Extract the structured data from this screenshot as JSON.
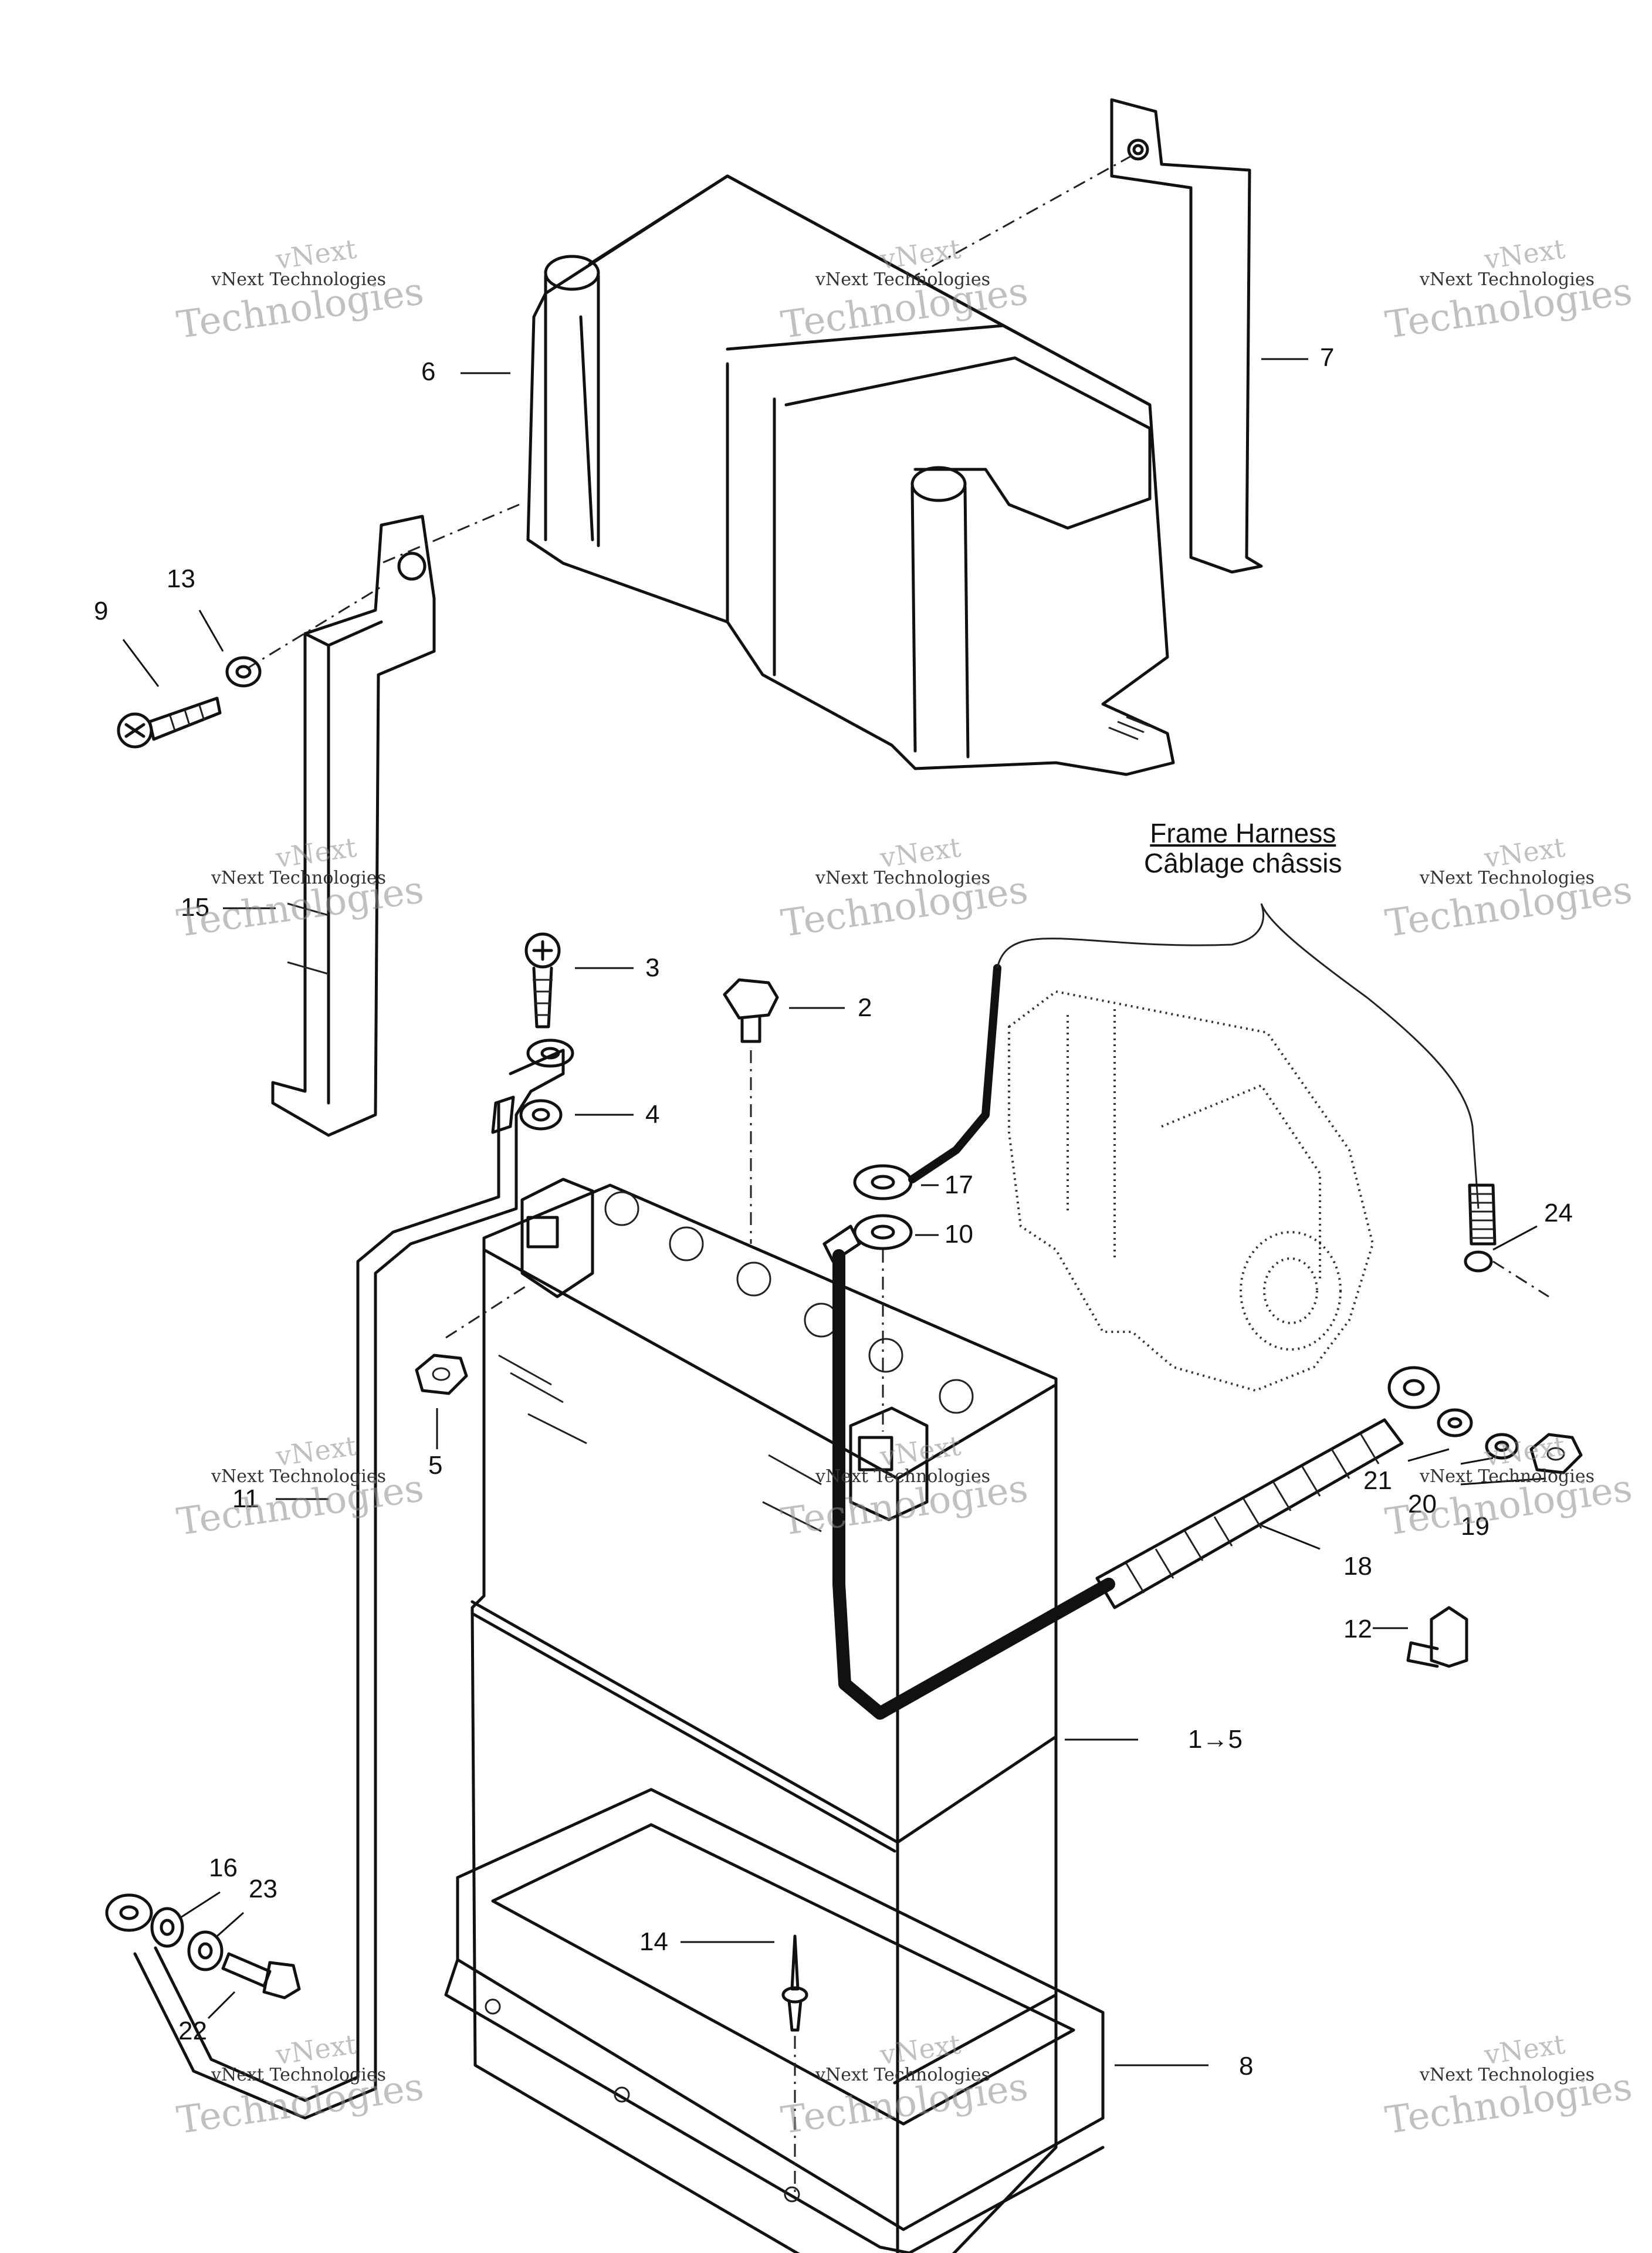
{
  "watermark": {
    "line1": "vNext",
    "line2": "vNext Technologies",
    "line3": "Technologies"
  },
  "frame_harness": {
    "english": "Frame Harness",
    "french": "Câblage châssis"
  },
  "callouts": {
    "c1": "1→5",
    "c2": "2",
    "c3": "3",
    "c4": "4",
    "c5": "5",
    "c6": "6",
    "c7": "7",
    "c8": "8",
    "c9": "9",
    "c10": "10",
    "c11": "11",
    "c12": "12",
    "c13": "13",
    "c14": "14",
    "c15": "15",
    "c16": "16",
    "c17": "17",
    "c18": "18",
    "c19": "19",
    "c20": "20",
    "c21": "21",
    "c22": "22",
    "c23": "23",
    "c24": "24"
  }
}
